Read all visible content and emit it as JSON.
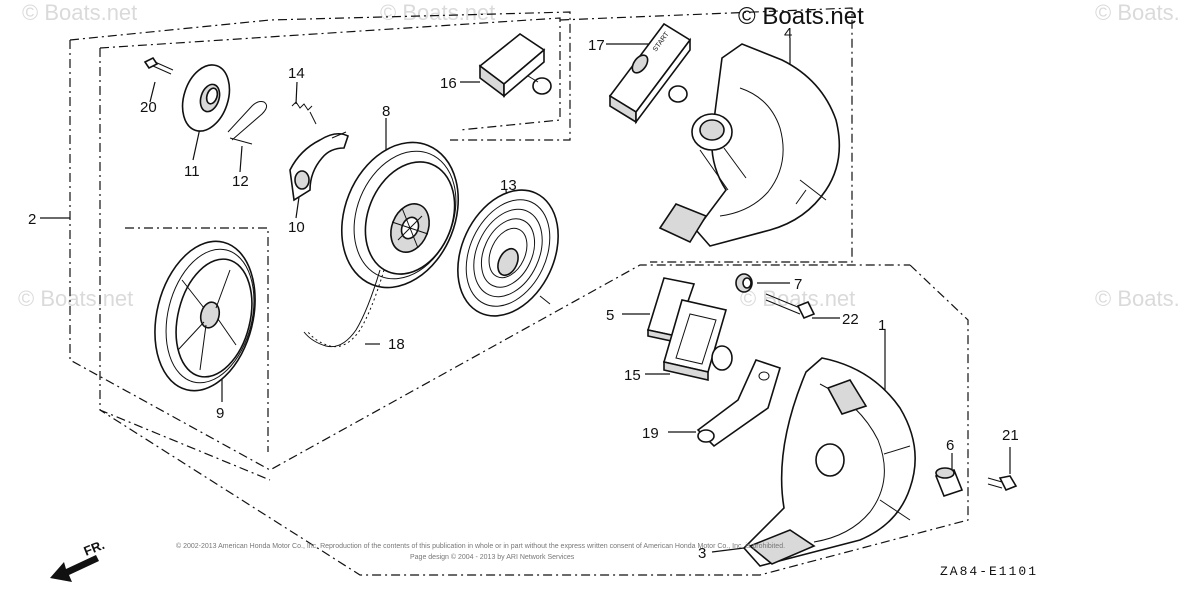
{
  "watermark": {
    "brand": "© Boats.net",
    "faded": "© Boats.net"
  },
  "part_labels": {
    "p1": "1",
    "p2": "2",
    "p3": "3",
    "p4": "4",
    "p5": "5",
    "p6": "6",
    "p7": "7",
    "p8": "8",
    "p9": "9",
    "p10": "10",
    "p11": "11",
    "p12": "12",
    "p13": "13",
    "p14": "14",
    "p15": "15",
    "p16": "16",
    "p17": "17",
    "p18": "18",
    "p19": "19",
    "p20": "20",
    "p21": "21",
    "p22": "22"
  },
  "handle_text": {
    "start": "START"
  },
  "direction_marker": "FR.",
  "diagram_code": "ZA84-E1101",
  "copyright": {
    "line1": "© 2002-2013 American Honda Motor Co., Inc. Reproduction of the contents of this publication in whole or in part without the express written consent of American Honda Motor Co., Inc. is prohibited.",
    "line2": "Page design © 2004 - 2013 by ARI Network Services"
  }
}
